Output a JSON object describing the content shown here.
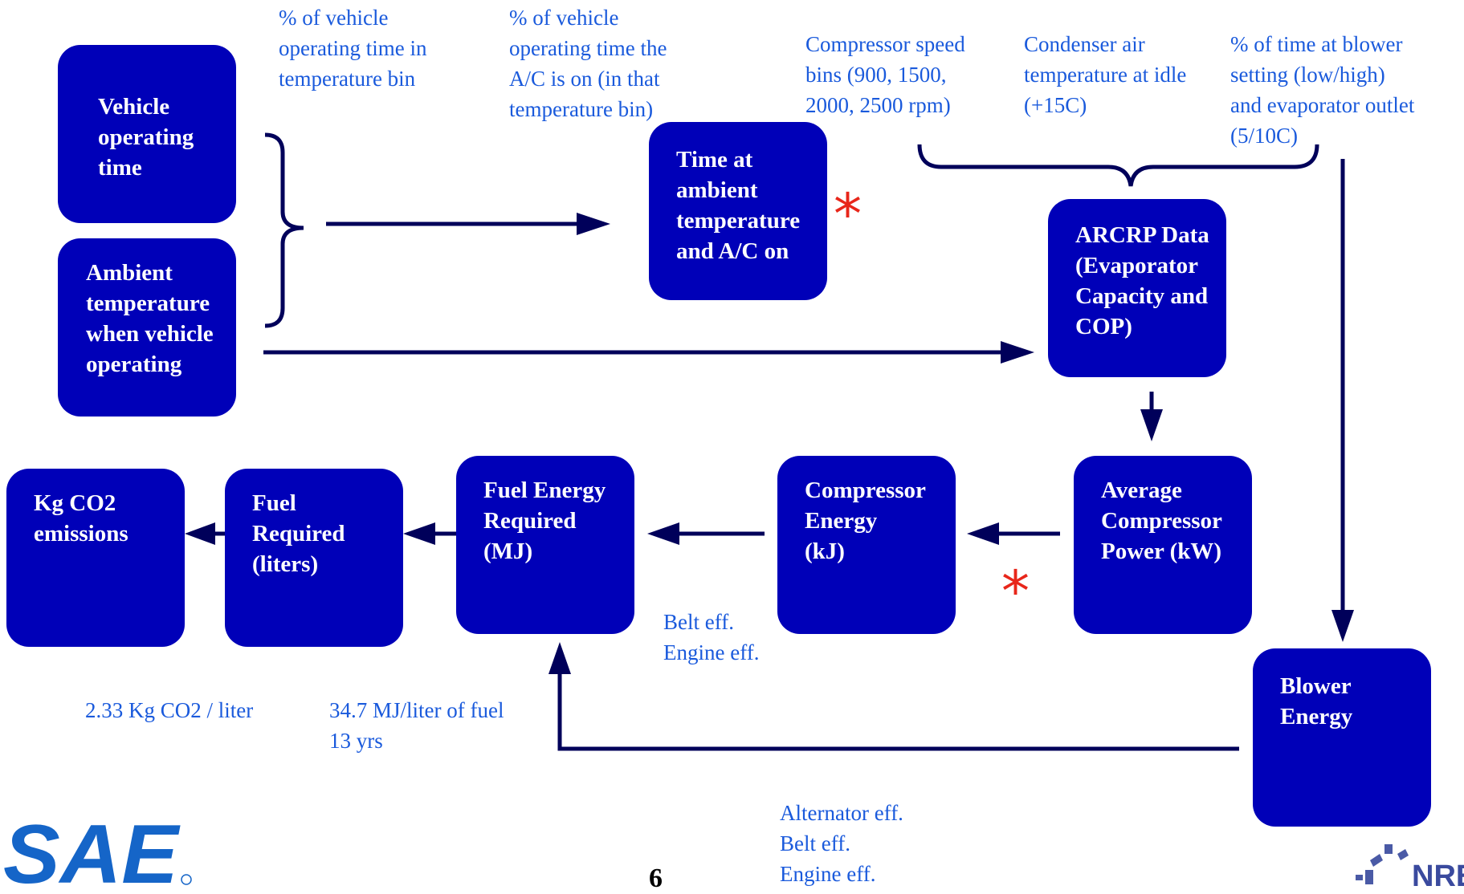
{
  "boxes": {
    "vehicle_time": "Vehicle\noperating\ntime",
    "ambient_temp": "Ambient\ntemperature\nwhen vehicle\noperating",
    "time_ambient": "Time at\nambient\ntemperature\nand A/C on",
    "arcrp": "ARCRP Data\n(Evaporator\nCapacity and\nCOP)",
    "avg_power": "Average\nCompressor\nPower (kW)",
    "comp_energy": "Compressor\nEnergy\n(kJ)",
    "fuel_energy": "Fuel Energy\nRequired\n(MJ)",
    "fuel_required": "Fuel\nRequired\n(liters)",
    "co2": "Kg CO2\nemissions",
    "blower": "Blower\nEnergy"
  },
  "annotations": {
    "pct_time_bin": "% of vehicle\noperating time in\ntemperature bin",
    "pct_ac_on": "% of vehicle\noperating time the\nA/C is on (in that\ntemperature bin)",
    "comp_speed": "Compressor speed\nbins (900, 1500,\n2000, 2500 rpm)",
    "condenser": "Condenser air\ntemperature at idle\n(+15C)",
    "blower_setting": "% of time at blower\nsetting (low/high)\nand evaporator outlet\n(5/10C)",
    "belt_engine": "Belt eff.\nEngine eff.",
    "co2_factor": "2.33 Kg CO2 / liter",
    "mj_per_liter": "34.7 MJ/liter of fuel\n13 yrs",
    "alt_belt_engine": "Alternator eff.\nBelt eff.\nEngine eff."
  },
  "stars": [
    "*",
    "*"
  ],
  "page_number": "6",
  "logos": {
    "sae": "SAE",
    "nrel": "NREL"
  },
  "colors": {
    "box": "#0000b8",
    "arrow": "#00005a",
    "annotation": "#1a5adc",
    "star": "#e8261a",
    "sae": "#1565c8"
  }
}
